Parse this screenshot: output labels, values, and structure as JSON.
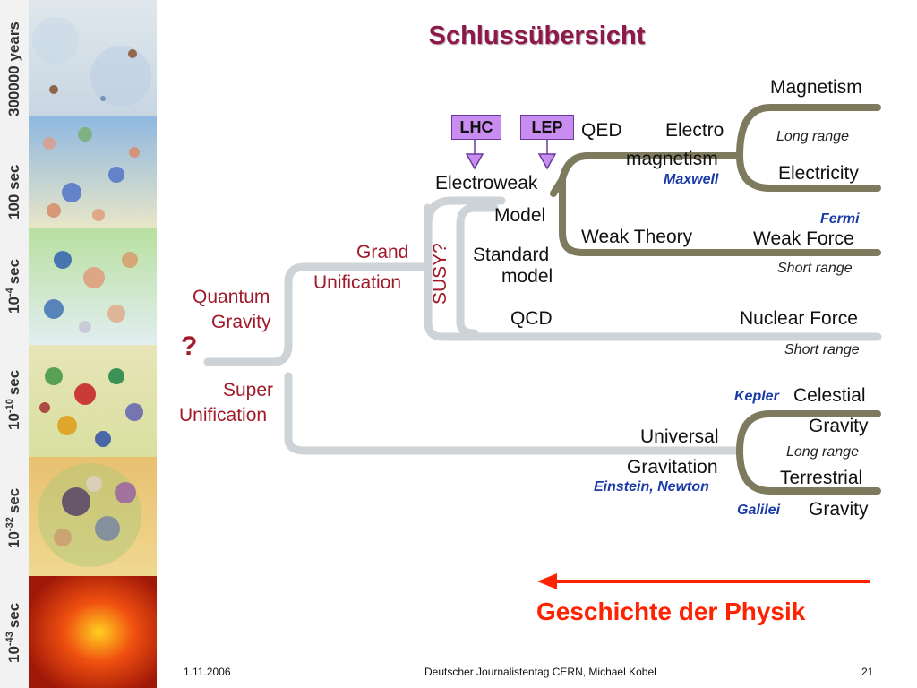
{
  "title": "Schlussübersicht",
  "timeline": [
    {
      "base": "300000 years",
      "exp": ""
    },
    {
      "base": "100 sec",
      "exp": ""
    },
    {
      "base": "10",
      "exp": "-4",
      "unit": "sec"
    },
    {
      "base": "10",
      "exp": "-10",
      "unit": "sec"
    },
    {
      "base": "10",
      "exp": "-32",
      "unit": "sec"
    },
    {
      "base": "10",
      "exp": "-43",
      "unit": "sec"
    }
  ],
  "colors": {
    "accent_title": "#8b1a4a",
    "label_red": "#a01a2a",
    "name_blue": "#1a3aa8",
    "arrow_red": "#ff2200",
    "gray_branch": "#7d7a5e",
    "light_branch": "#cdd3d6",
    "accelerator_box": "#c98cf0"
  },
  "diagram": {
    "accelerators": {
      "lhc": "LHC",
      "lep": "LEP"
    },
    "qed": "QED",
    "electro": "Electro",
    "magnetism_em": "magnetism",
    "maxwell": "Maxwell",
    "magnetism": "Magnetism",
    "long_range_1": "Long range",
    "electricity": "Electricity",
    "electroweak": "Electroweak",
    "model": "Model",
    "fermi": "Fermi",
    "weak_theory": "Weak Theory",
    "weak_force": "Weak Force",
    "short_range_1": "Short range",
    "grand": "Grand",
    "unification": "Unification",
    "susy": "SUSY?",
    "standard": "Standard",
    "model2": "model",
    "quantum": "Quantum",
    "gravity_q": "Gravity",
    "question": "?",
    "qcd": "QCD",
    "nuclear_force": "Nuclear Force",
    "short_range_2": "Short range",
    "super": "Super",
    "super_unification": "Unification",
    "kepler": "Kepler",
    "celestial": "Celestial",
    "gravity_c": "Gravity",
    "universal": "Universal",
    "long_range_2": "Long range",
    "gravitation": "Gravitation",
    "terrestrial": "Terrestrial",
    "einstein_newton": "Einstein, Newton",
    "galilei": "Galilei",
    "gravity_t": "Gravity"
  },
  "history_label": "Geschichte der Physik",
  "footer": {
    "date": "1.11.2006",
    "center": "Deutscher Journalistentag CERN, Michael Kobel",
    "page": "21"
  }
}
